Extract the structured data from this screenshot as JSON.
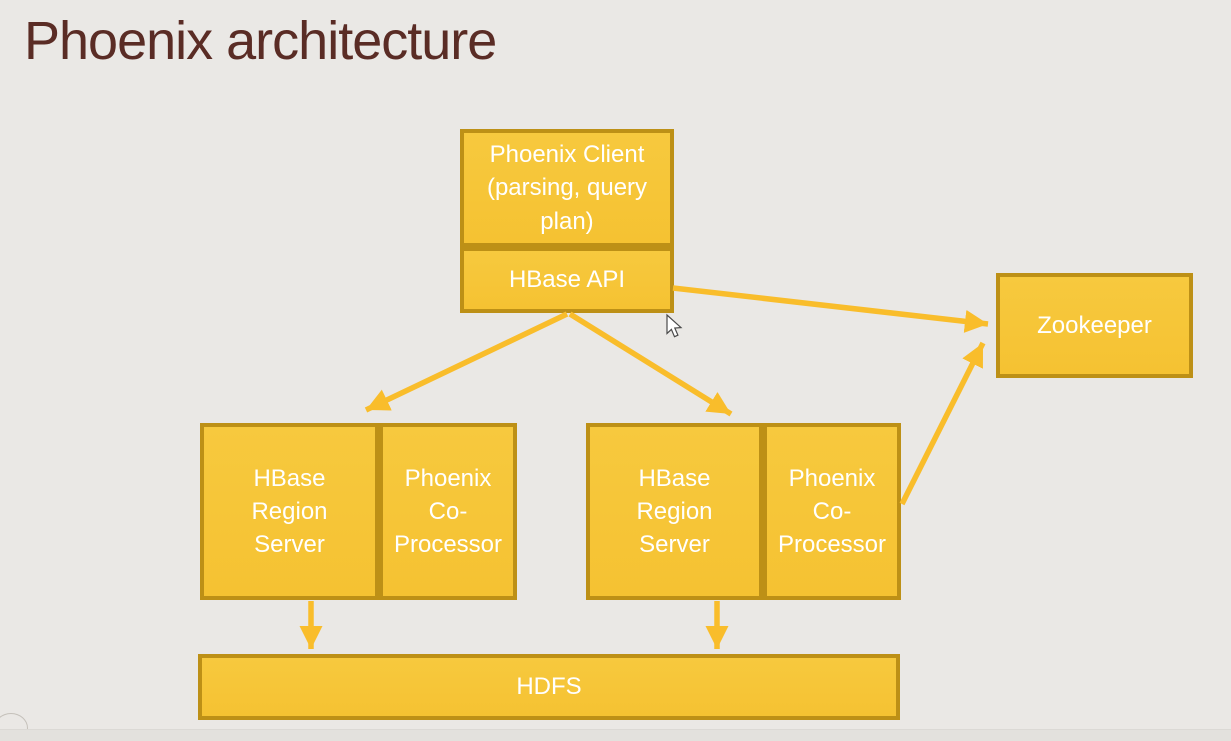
{
  "title": "Phoenix architecture",
  "diagram": {
    "phoenix_client": {
      "label": "Phoenix Client\n(parsing, query\nplan)"
    },
    "hbase_api": {
      "label": "HBase API"
    },
    "region_pairs": [
      {
        "region_server": "HBase\nRegion\nServer",
        "coprocessor": "Phoenix\nCo-\nProcessor"
      },
      {
        "region_server": "HBase\nRegion\nServer",
        "coprocessor": "Phoenix\nCo-\nProcessor"
      }
    ],
    "zookeeper": {
      "label": "Zookeeper"
    },
    "hdfs": {
      "label": "HDFS"
    },
    "connections": [
      {
        "from": "hbase-api",
        "to": "region-pair-left"
      },
      {
        "from": "hbase-api",
        "to": "region-pair-right"
      },
      {
        "from": "hbase-api",
        "to": "zookeeper"
      },
      {
        "from": "coprocessor-right",
        "to": "zookeeper"
      },
      {
        "from": "region-server-left",
        "to": "hdfs"
      },
      {
        "from": "region-server-right",
        "to": "hdfs"
      }
    ]
  },
  "colors": {
    "background": "#eae8e5",
    "box_fill": "#f5c232",
    "box_border": "#bd9016",
    "arrow": "#f9bd2b",
    "title_text": "#5a2c25",
    "box_text": "#ffffff"
  }
}
